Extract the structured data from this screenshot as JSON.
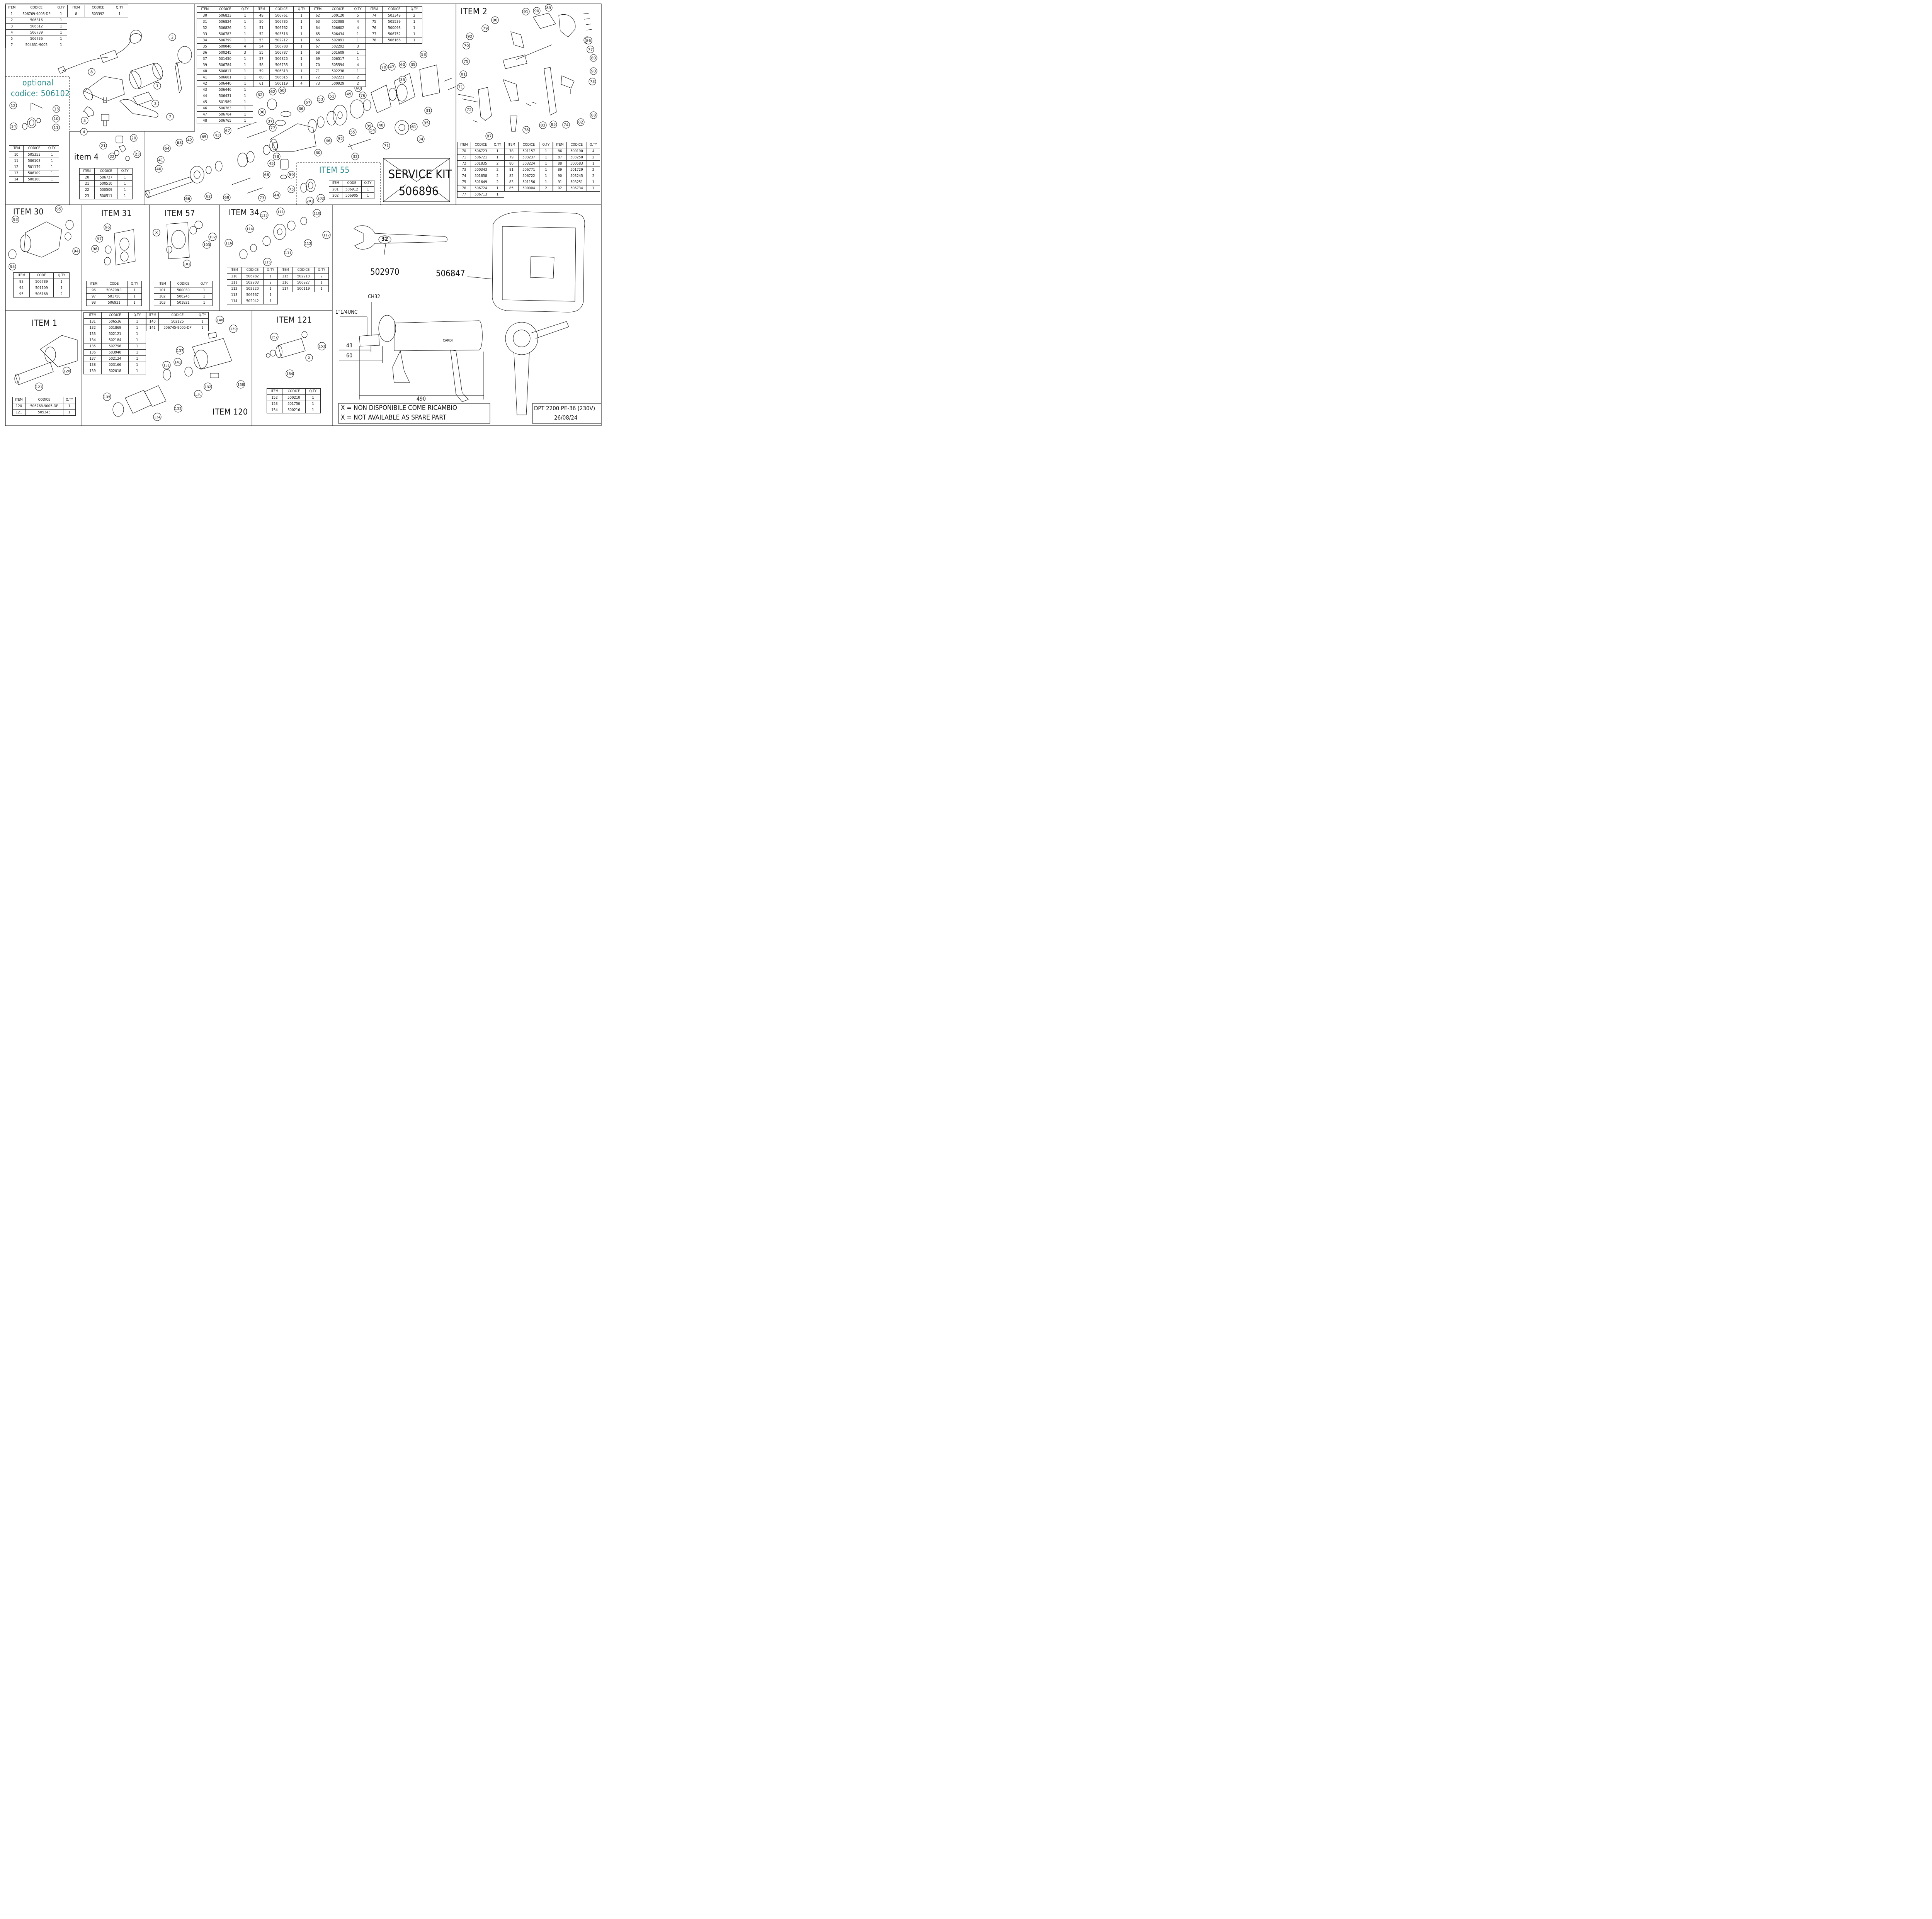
{
  "titles": {
    "item2": "ITEM 2",
    "item4": "item 4",
    "item55": "ITEM 55",
    "item30": "ITEM 30",
    "item31": "ITEM 31",
    "item57": "ITEM 57",
    "item34": "ITEM 34",
    "item1": "ITEM 1",
    "item120": "ITEM 120",
    "item121": "ITEM 121",
    "optional_1": "optional",
    "optional_2": "codice: 506102"
  },
  "service_kit": {
    "title": "SERVICE KIT",
    "code": "506896"
  },
  "accessories": {
    "wrench_code": "502970",
    "wrench_size": "32",
    "case_code": "506847"
  },
  "dimensions": {
    "thread": "1\"1/4UNC",
    "ch": "CH32",
    "d43": "43",
    "d60": "60",
    "d490": "490",
    "brand": "CARDI"
  },
  "legend": {
    "line1": "X = NON DISPONIBILE COME RICAMBIO",
    "line2": "X = NOT AVAILABLE AS SPARE PART"
  },
  "model": {
    "name": "DPT 2200 PE-36 (230V)",
    "date": "26/08/24"
  },
  "tables": {
    "main_a": {
      "headers": [
        "ITEM",
        "CODICE",
        "Q.TY"
      ],
      "rows": [
        [
          "1",
          "506769-9005-DP",
          "1"
        ],
        [
          "2",
          "506816",
          "1"
        ],
        [
          "3",
          "506812",
          "1"
        ],
        [
          "4",
          "506739",
          "1"
        ],
        [
          "5",
          "506736",
          "1"
        ],
        [
          "7",
          "504631-9005",
          "1"
        ]
      ]
    },
    "main_b": {
      "headers": [
        "ITEM",
        "CODICE",
        "Q.TY"
      ],
      "rows": [
        [
          "8",
          "503392",
          "1"
        ]
      ]
    },
    "opt": {
      "headers": [
        "ITEM",
        "CODICE",
        "Q.TY"
      ],
      "rows": [
        [
          "10",
          "505353",
          "1"
        ],
        [
          "11",
          "506103",
          "1"
        ],
        [
          "12",
          "501179",
          "1"
        ],
        [
          "13",
          "506109",
          "1"
        ],
        [
          "14",
          "500100",
          "1"
        ]
      ]
    },
    "item4": {
      "headers": [
        "ITEM",
        "CODICE",
        "Q.TY"
      ],
      "rows": [
        [
          "20",
          "506737",
          "1"
        ],
        [
          "21",
          "500510",
          "1"
        ],
        [
          "22",
          "500509",
          "1"
        ],
        [
          "23",
          "500511",
          "1"
        ]
      ]
    },
    "t30": {
      "headers": [
        "ITEM",
        "CODICE",
        "Q.TY"
      ],
      "rows": [
        [
          "30",
          "506823",
          "1"
        ],
        [
          "31",
          "506824",
          "1"
        ],
        [
          "32",
          "506826",
          "1"
        ],
        [
          "33",
          "506783",
          "1"
        ],
        [
          "34",
          "506799",
          "1"
        ],
        [
          "35",
          "500046",
          "4"
        ],
        [
          "36",
          "500245",
          "3"
        ],
        [
          "37",
          "501450",
          "1"
        ],
        [
          "39",
          "506784",
          "1"
        ],
        [
          "40",
          "506817",
          "1"
        ],
        [
          "41",
          "506601",
          "1"
        ],
        [
          "42",
          "506440",
          "1"
        ],
        [
          "43",
          "506446",
          "1"
        ],
        [
          "44",
          "506431",
          "1"
        ],
        [
          "45",
          "501589",
          "1"
        ],
        [
          "46",
          "506763",
          "1"
        ],
        [
          "47",
          "506764",
          "1"
        ],
        [
          "48",
          "506765",
          "1"
        ]
      ]
    },
    "t49": {
      "headers": [
        "ITEM",
        "CODICE",
        "Q.TY"
      ],
      "rows": [
        [
          "49",
          "506761",
          "1"
        ],
        [
          "50",
          "506785",
          "1"
        ],
        [
          "51",
          "506762",
          "1"
        ],
        [
          "52",
          "503516",
          "1"
        ],
        [
          "53",
          "502212",
          "1"
        ],
        [
          "54",
          "506788",
          "1"
        ],
        [
          "55",
          "506787",
          "1"
        ],
        [
          "57",
          "506825",
          "1"
        ],
        [
          "58",
          "506735",
          "1"
        ],
        [
          "59",
          "506813",
          "1"
        ],
        [
          "60",
          "506815",
          "1"
        ],
        [
          "61",
          "500119",
          "4"
        ]
      ]
    },
    "t62": {
      "headers": [
        "ITEM",
        "CODICE",
        "Q.TY"
      ],
      "rows": [
        [
          "62",
          "500120",
          "5"
        ],
        [
          "63",
          "502088",
          "4"
        ],
        [
          "64",
          "506602",
          "4"
        ],
        [
          "65",
          "506434",
          "1"
        ],
        [
          "66",
          "502091",
          "1"
        ],
        [
          "67",
          "502292",
          "3"
        ],
        [
          "68",
          "501609",
          "1"
        ],
        [
          "69",
          "506517",
          "1"
        ],
        [
          "70",
          "505594",
          "4"
        ],
        [
          "71",
          "502238",
          "1"
        ],
        [
          "72",
          "502221",
          "2"
        ],
        [
          "73",
          "500929",
          "2"
        ]
      ]
    },
    "t74": {
      "headers": [
        "ITEM",
        "CODICE",
        "Q.TY"
      ],
      "rows": [
        [
          "74",
          "503349",
          "2"
        ],
        [
          "75",
          "505539",
          "1"
        ],
        [
          "76",
          "500098",
          "1"
        ],
        [
          "77",
          "506752",
          "1"
        ],
        [
          "78",
          "506166",
          "1"
        ]
      ]
    },
    "item55": {
      "headers": [
        "ITEM",
        "CODE",
        "Q.TY"
      ],
      "rows": [
        [
          "201",
          "506912",
          "1"
        ],
        [
          "202",
          "506905",
          "1"
        ]
      ]
    },
    "i2a": {
      "headers": [
        "ITEM",
        "CODICE",
        "Q.TY"
      ],
      "rows": [
        [
          "70",
          "506723",
          "1"
        ],
        [
          "71",
          "506721",
          "1"
        ],
        [
          "72",
          "501835",
          "2"
        ],
        [
          "73",
          "500343",
          "2"
        ],
        [
          "74",
          "501858",
          "2"
        ],
        [
          "75",
          "501649",
          "2"
        ],
        [
          "76",
          "506724",
          "1"
        ],
        [
          "77",
          "506713",
          "1"
        ]
      ]
    },
    "i2b": {
      "headers": [
        "ITEM",
        "CODICE",
        "Q.TY"
      ],
      "rows": [
        [
          "78",
          "501157",
          "1"
        ],
        [
          "79",
          "503237",
          "1"
        ],
        [
          "80",
          "503224",
          "1"
        ],
        [
          "81",
          "506771",
          "1"
        ],
        [
          "82",
          "506722",
          "1"
        ],
        [
          "83",
          "501156",
          "1"
        ],
        [
          "85",
          "500004",
          "2"
        ]
      ]
    },
    "i2c": {
      "headers": [
        "ITEM",
        "CODICE",
        "Q.TY"
      ],
      "rows": [
        [
          "86",
          "500190",
          "4"
        ],
        [
          "87",
          "503250",
          "2"
        ],
        [
          "88",
          "500583",
          "1"
        ],
        [
          "89",
          "501729",
          "2"
        ],
        [
          "90",
          "503245",
          "2"
        ],
        [
          "91",
          "503251",
          "1"
        ],
        [
          "92",
          "506734",
          "1"
        ]
      ]
    },
    "i30": {
      "headers": [
        "ITEM",
        "CODE",
        "Q.TY"
      ],
      "rows": [
        [
          "93",
          "506789",
          "1"
        ],
        [
          "94",
          "501109",
          "1"
        ],
        [
          "95",
          "506168",
          "2"
        ]
      ]
    },
    "i31": {
      "headers": [
        "ITEM",
        "CODE",
        "Q.TY"
      ],
      "rows": [
        [
          "96",
          "506798.1",
          "1"
        ],
        [
          "97",
          "501750",
          "1"
        ],
        [
          "98",
          "506921",
          "1"
        ]
      ]
    },
    "i57": {
      "headers": [
        "ITEM",
        "CODICE",
        "Q.TY"
      ],
      "rows": [
        [
          "101",
          "500030",
          "1"
        ],
        [
          "102",
          "500245",
          "1"
        ],
        [
          "103",
          "501821",
          "1"
        ]
      ]
    },
    "i34a": {
      "headers": [
        "ITEM",
        "CODICE",
        "Q.TY"
      ],
      "rows": [
        [
          "110",
          "506782",
          "1"
        ],
        [
          "111",
          "502203",
          "2"
        ],
        [
          "112",
          "502220",
          "1"
        ],
        [
          "113",
          "506767",
          "1"
        ],
        [
          "114",
          "502042",
          "1"
        ]
      ]
    },
    "i34b": {
      "headers": [
        "ITEM",
        "CODICE",
        "Q.TY"
      ],
      "rows": [
        [
          "115",
          "502213",
          "2"
        ],
        [
          "116",
          "506927",
          "1"
        ],
        [
          "117",
          "500119",
          "1"
        ]
      ]
    },
    "i1": {
      "headers": [
        "ITEM",
        "CODICE",
        "Q.TY"
      ],
      "rows": [
        [
          "120",
          "506768-9005-DP",
          "1"
        ],
        [
          "121",
          "505343",
          "1"
        ]
      ]
    },
    "i120a": {
      "headers": [
        "ITEM",
        "CODICE",
        "Q.TY"
      ],
      "rows": [
        [
          "131",
          "506536",
          "1"
        ],
        [
          "132",
          "501869",
          "1"
        ],
        [
          "133",
          "502121",
          "1"
        ],
        [
          "134",
          "502184",
          "1"
        ],
        [
          "135",
          "502796",
          "1"
        ],
        [
          "136",
          "503940",
          "1"
        ],
        [
          "137",
          "502124",
          "1"
        ],
        [
          "138",
          "503166",
          "1"
        ],
        [
          "139",
          "502018",
          "1"
        ]
      ]
    },
    "i120b": {
      "headers": [
        "ITEM",
        "CODICE",
        "Q.TY"
      ],
      "rows": [
        [
          "140",
          "502125",
          "1"
        ],
        [
          "141",
          "506745-9005-DP",
          "1"
        ]
      ]
    },
    "i121": {
      "headers": [
        "ITEM",
        "CODICE",
        "Q.TY"
      ],
      "rows": [
        [
          "152",
          "500210",
          "1"
        ],
        [
          "153",
          "501750",
          "1"
        ],
        [
          "154",
          "500216",
          "1"
        ]
      ]
    }
  },
  "callouts": [
    "1",
    "2",
    "3",
    "4",
    "5",
    "7",
    "8",
    "10",
    "11",
    "12",
    "13",
    "14",
    "20",
    "21",
    "22",
    "23",
    "30",
    "31",
    "32",
    "33",
    "34",
    "35",
    "35",
    "35",
    "36",
    "36",
    "37",
    "39",
    "40",
    "41",
    "42",
    "43",
    "44",
    "45",
    "46",
    "47",
    "48",
    "49",
    "50",
    "51",
    "52",
    "53",
    "54",
    "55",
    "57",
    "58",
    "59",
    "60",
    "60",
    "61",
    "62",
    "62",
    "63",
    "64",
    "65",
    "66",
    "67",
    "68",
    "69",
    "70",
    "71",
    "72",
    "73",
    "75",
    "76",
    "77",
    "78",
    "201",
    "202",
    "70",
    "71",
    "72",
    "73",
    "74",
    "75",
    "76",
    "77",
    "78",
    "79",
    "80",
    "81",
    "82",
    "83",
    "85",
    "86",
    "87",
    "88",
    "89",
    "89",
    "90",
    "90",
    "91",
    "92",
    "93",
    "94",
    "95",
    "95",
    "96",
    "97",
    "98",
    "X",
    "101",
    "102",
    "103",
    "110",
    "111",
    "111",
    "112",
    "113",
    "114",
    "115",
    "116",
    "117",
    "120",
    "121",
    "131",
    "132",
    "133",
    "134",
    "135",
    "136",
    "137",
    "138",
    "139",
    "140",
    "141",
    "152",
    "153",
    "154",
    "X"
  ]
}
